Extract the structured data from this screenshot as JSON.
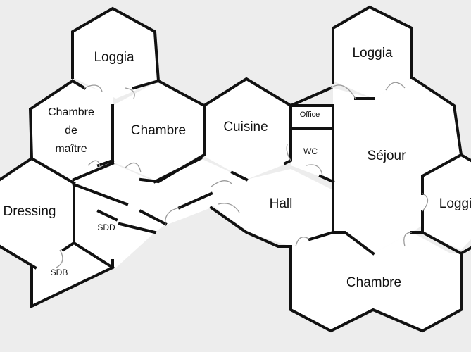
{
  "rooms": {
    "loggia_left": "Loggia",
    "loggia_right": "Loggia",
    "loggia_east": "Loggi",
    "chambre_de_maitre": [
      "Chambre",
      "de",
      "maître"
    ],
    "chambre_middle": "Chambre",
    "cuisine": "Cuisine",
    "office": "Office",
    "wc": "WC",
    "sejour": "Séjour",
    "dressing": "Dressing",
    "sdd": "SDD",
    "sdb": "SDB",
    "hall": "Hall",
    "chambre_bottom": "Chambre"
  },
  "colors": {
    "background": "#ededed",
    "room_fill": "#ffffff",
    "wall": "#111111",
    "door_swing": "#9a9a9a"
  }
}
